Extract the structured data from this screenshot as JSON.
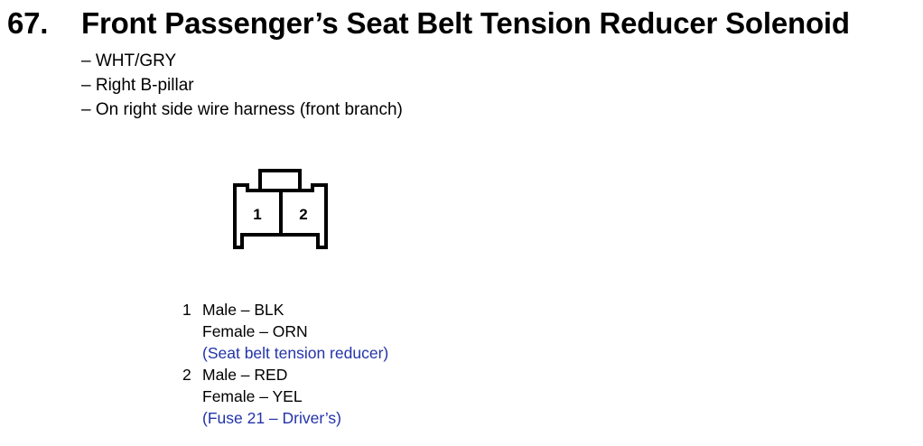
{
  "header": {
    "number": "67.",
    "title": "Front Passenger’s Seat Belt Tension Reducer Solenoid"
  },
  "details": [
    "– WHT/GRY",
    "– Right B-pillar",
    "– On right side wire harness (front branch)"
  ],
  "connector": {
    "pin_labels": [
      "1",
      "2"
    ]
  },
  "pins": [
    {
      "number": "1",
      "male": "Male – BLK",
      "female": "Female – ORN",
      "note": "(Seat belt tension reducer)"
    },
    {
      "number": "2",
      "male": "Male – RED",
      "female": "Female – YEL",
      "note": "(Fuse 21 – Driver’s)"
    }
  ],
  "colors": {
    "note": "#2233aa",
    "text": "#000000"
  }
}
